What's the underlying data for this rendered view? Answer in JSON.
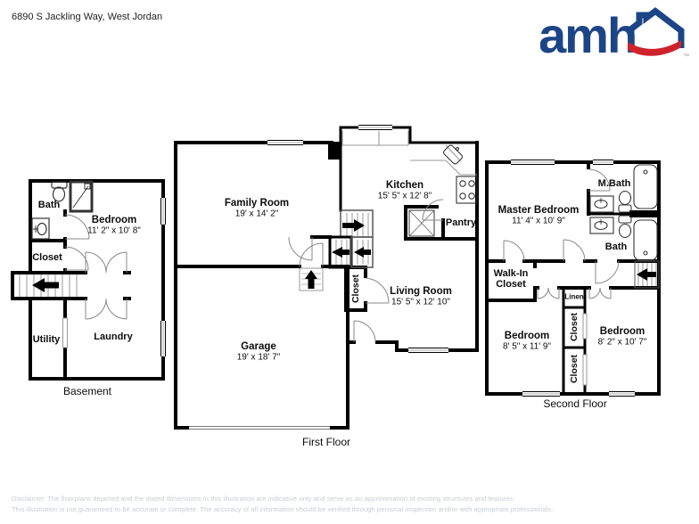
{
  "address": "6890 S Jackling Way, West Jordan",
  "logo": {
    "brand": "amh",
    "tm": "™"
  },
  "colors": {
    "logo_blue": "#1c4587",
    "logo_red": "#cf232c",
    "wall": "#000000",
    "disclaimer_gray": "#c7cbd3"
  },
  "floors": {
    "basement": {
      "label": "Basement",
      "bath": "Bath",
      "bedroom": "Bedroom",
      "bedroom_dims": "11' 2\" x 10' 8\"",
      "closet": "Closet",
      "utility": "Utility",
      "laundry": "Laundry"
    },
    "first": {
      "label": "First Floor",
      "family_room": "Family Room",
      "family_room_dims": "19' x 14' 2\"",
      "kitchen": "Kitchen",
      "kitchen_dims": "15' 5\" x 12' 8\"",
      "pantry": "Pantry",
      "living_room": "Living Room",
      "living_room_dims": "15' 5\" x 12' 10\"",
      "closet": "Closet",
      "garage": "Garage",
      "garage_dims": "19' x 18' 7\""
    },
    "second": {
      "label": "Second Floor",
      "master_bedroom": "Master Bedroom",
      "master_bedroom_dims": "11' 4\" x 10' 9\"",
      "m_bath": "M.Bath",
      "bath": "Bath",
      "walk_in_line1": "Walk-In",
      "walk_in_line2": "Closet",
      "bedroom_left": "Bedroom",
      "bedroom_left_dims": "8' 5\" x 11' 9\"",
      "bedroom_right": "Bedroom",
      "bedroom_right_dims": "8' 2\" x 10' 7\"",
      "linen": "Linen",
      "closet_upper": "Closet",
      "closet_lower": "Closet"
    }
  },
  "disclaimer": {
    "line1": "Disclaimer: The floorplans depicted and the stated dimensions in this illustration are indicative only and serve as an approximation of existing structures and features.",
    "line2": "This illustration is not guaranteed to be accurate or complete. The accuracy of all information should be verified through personal inspection and/or with appropriate professionals."
  }
}
